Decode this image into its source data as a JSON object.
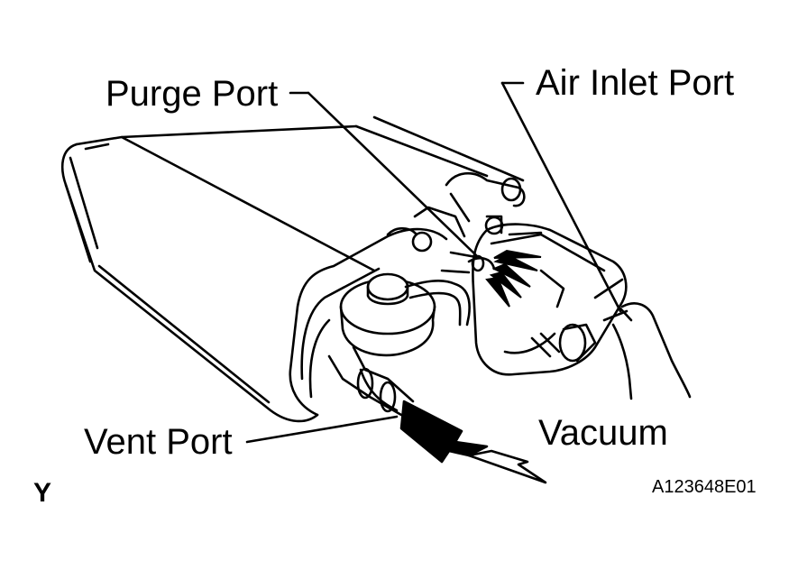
{
  "labels": {
    "purge_port": "Purge Port",
    "air_inlet_port": "Air Inlet Port",
    "vent_port": "Vent Port",
    "vacuum": "Vacuum"
  },
  "corner_mark": "Y",
  "figure_code": "A123648E01",
  "colors": {
    "ink": "#000000",
    "background": "#ffffff"
  }
}
